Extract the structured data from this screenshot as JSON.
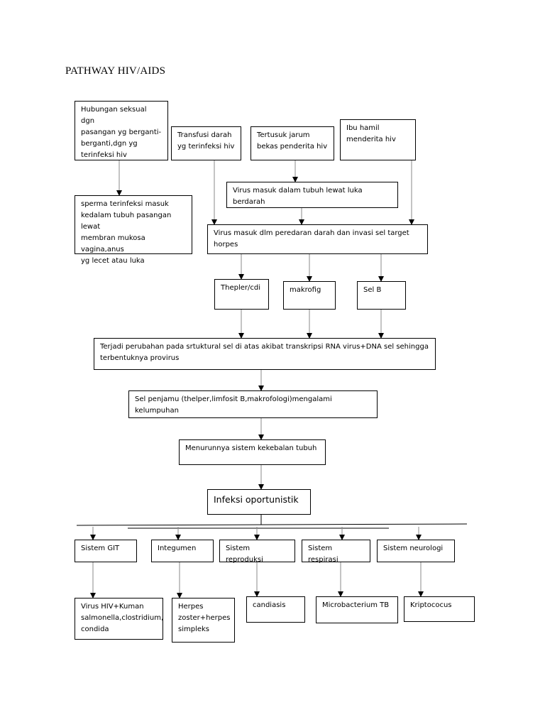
{
  "title": "PATHWAY HIV/AIDS",
  "nodes": {
    "hubungan_seksual": " Hubungan seksual dgn\npasangan yg berganti-\nberganti,dgn yg\nterinfeksi hiv",
    "transfusi_darah": "Transfusi darah\nyg terinfeksi hiv",
    "tertusuk_jarum": "Tertusuk jarum\nbekas penderita hiv",
    "ibu_hamil": "Ibu hamil\nmenderita hiv",
    "sperma": "sperma terinfeksi masuk\nkedalam tubuh pasangan lewat\nmembran mukosa vagina,anus\nyg lecet atau luka",
    "virus_luka": "Virus masuk dalam tubuh lewat luka berdarah",
    "virus_peredaran": "Virus masuk dlm peredaran darah dan invasi sel target horpes",
    "thepler": "Thepler/cdi",
    "makrofig": "makrofig",
    "sel_b": "Sel B",
    "perubahan": "Terjadi perubahan pada srtuktural sel di atas akibat transkripsi RNA virus+DNA sel sehingga\nterbentuknya provirus",
    "sel_penjamu": "Sel penjamu (thelper,limfosit B,makrofologi)mengalami kelumpuhan",
    "kekebalan": "Menurunnya sistem kekebalan tubuh",
    "infeksi": "Infeksi oportunistik",
    "sistem_git": "Sistem GIT",
    "integumen": "Integumen",
    "reproduksi": "Sistem reproduksi",
    "respirasi": "Sistem respirasi",
    "neurologi": "Sistem neurologi",
    "virus_hiv_kuman": "Virus HIV+Kuman\nsalmonella,clostridium,\ncondida",
    "herpes": "Herpes\nzoster+herpes\nsimpleks",
    "candiasis": "candiasis",
    "microbacterium": "Microbacterium TB",
    "kriptococus": "Kriptococus"
  }
}
